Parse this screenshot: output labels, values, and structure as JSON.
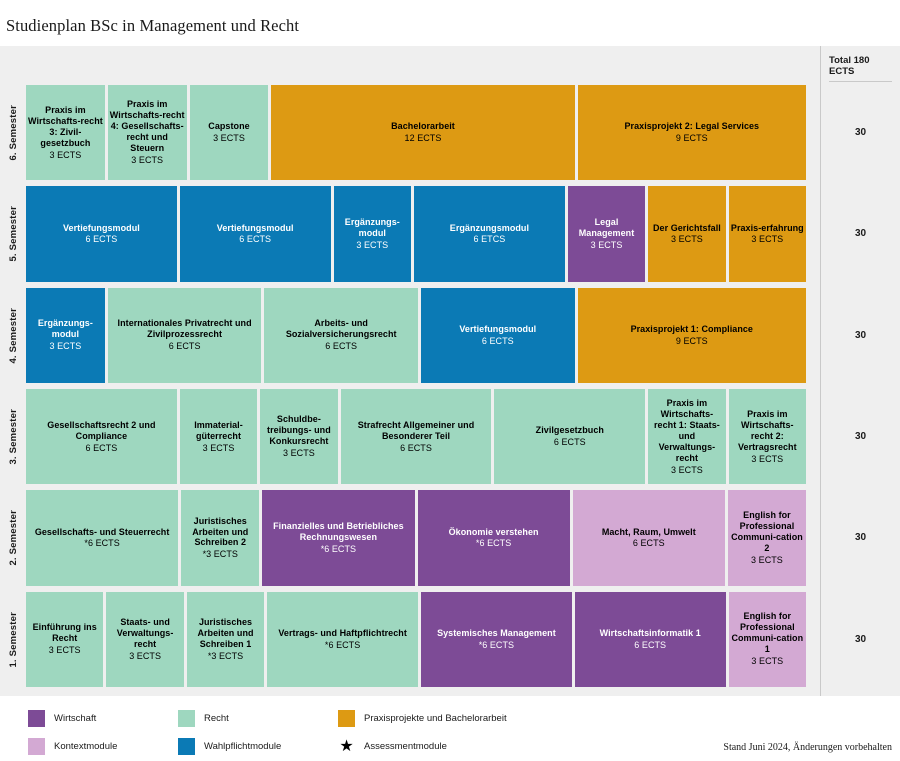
{
  "title": "Studienplan BSc in Management und Recht",
  "colors": {
    "wirtschaft": "#7d4b96",
    "recht": "#9ed7bf",
    "praxis": "#dd9a13",
    "kontext": "#d3a9d3",
    "wahlpflicht": "#0b7ab5",
    "page_bg": "#efefef"
  },
  "totals": {
    "header": "Total 180 ECTS",
    "values": [
      "30",
      "30",
      "30",
      "30",
      "30",
      "30"
    ]
  },
  "semesters": [
    {
      "label": "6. Semester",
      "total": "30",
      "modules": [
        {
          "name": "Praxis im Wirtschafts-recht 3: Zivil-gesetzbuch",
          "ects": "3 ECTS",
          "weight": 3,
          "category": "recht"
        },
        {
          "name": "Praxis im Wirtschafts-recht 4: Gesellschafts-recht und Steuern",
          "ects": "3 ECTS",
          "weight": 3,
          "category": "recht"
        },
        {
          "name": "Capstone",
          "ects": "3 ECTS",
          "weight": 3,
          "category": "recht"
        },
        {
          "name": "Bachelorarbeit",
          "ects": "12 ECTS",
          "weight": 12,
          "category": "praxis"
        },
        {
          "name": "Praxisprojekt 2: Legal Services",
          "ects": "9 ECTS",
          "weight": 9,
          "category": "praxis"
        }
      ]
    },
    {
      "label": "5. Semester",
      "total": "30",
      "modules": [
        {
          "name": "Vertiefungsmodul",
          "ects": "6 ECTS",
          "weight": 6,
          "category": "wahlpflicht"
        },
        {
          "name": "Vertiefungsmodul",
          "ects": "6 ECTS",
          "weight": 6,
          "category": "wahlpflicht"
        },
        {
          "name": "Ergänzungs-modul",
          "ects": "3 ECTS",
          "weight": 3,
          "category": "wahlpflicht"
        },
        {
          "name": "Ergänzungsmodul",
          "ects": "6 ETCS",
          "weight": 6,
          "category": "wahlpflicht"
        },
        {
          "name": "Legal Management",
          "ects": "3 ECTS",
          "weight": 3,
          "category": "wirtschaft"
        },
        {
          "name": "Der Gerichtsfall",
          "ects": "3 ECTS",
          "weight": 3,
          "category": "praxis"
        },
        {
          "name": "Praxis-erfahrung",
          "ects": "3 ECTS",
          "weight": 3,
          "category": "praxis"
        }
      ]
    },
    {
      "label": "4. Semester",
      "total": "30",
      "modules": [
        {
          "name": "Ergänzungs-modul",
          "ects": "3 ECTS",
          "weight": 3,
          "category": "wahlpflicht"
        },
        {
          "name": "Internationales Privatrecht und Zivilprozessrecht",
          "ects": "6 ECTS",
          "weight": 6,
          "category": "recht"
        },
        {
          "name": "Arbeits- und Sozialversicherungsrecht",
          "ects": "6 ECTS",
          "weight": 6,
          "category": "recht"
        },
        {
          "name": "Vertiefungsmodul",
          "ects": "6 ECTS",
          "weight": 6,
          "category": "wahlpflicht"
        },
        {
          "name": "Praxisprojekt 1: Compliance",
          "ects": "9 ECTS",
          "weight": 9,
          "category": "praxis"
        }
      ]
    },
    {
      "label": "3. Semester",
      "total": "30",
      "modules": [
        {
          "name": "Gesellschaftsrecht 2 und Compliance",
          "ects": "6 ECTS",
          "weight": 6,
          "category": "recht"
        },
        {
          "name": "Immaterial-güterrecht",
          "ects": "3 ECTS",
          "weight": 3,
          "category": "recht"
        },
        {
          "name": "Schuldbe-treibungs- und Konkursrecht",
          "ects": "3 ECTS",
          "weight": 3,
          "category": "recht"
        },
        {
          "name": "Strafrecht Allgemeiner und Besonderer Teil",
          "ects": "6 ECTS",
          "weight": 6,
          "category": "recht"
        },
        {
          "name": "Zivilgesetzbuch",
          "ects": "6 ECTS",
          "weight": 6,
          "category": "recht"
        },
        {
          "name": "Praxis im Wirtschafts-recht 1: Staats- und Verwaltungs-recht",
          "ects": "3 ECTS",
          "weight": 3,
          "category": "recht"
        },
        {
          "name": "Praxis im Wirtschafts-recht 2: Vertragsrecht",
          "ects": "3 ECTS",
          "weight": 3,
          "category": "recht"
        }
      ]
    },
    {
      "label": "2. Semester",
      "total": "30",
      "modules": [
        {
          "name": "Gesellschafts- und Steuerrecht",
          "ects": "*6 ECTS",
          "weight": 6,
          "category": "recht"
        },
        {
          "name": "Juristisches Arbeiten und Schreiben 2",
          "ects": "*3 ECTS",
          "weight": 3,
          "category": "recht"
        },
        {
          "name": "Finanzielles und Betriebliches Rechnungswesen",
          "ects": "*6 ECTS",
          "weight": 6,
          "category": "wirtschaft"
        },
        {
          "name": "Ökonomie verstehen",
          "ects": "*6 ECTS",
          "weight": 6,
          "category": "wirtschaft"
        },
        {
          "name": "Macht, Raum, Umwelt",
          "ects": "6 ECTS",
          "weight": 6,
          "category": "kontext"
        },
        {
          "name": "English for Professional Communi-cation 2",
          "ects": "3 ECTS",
          "weight": 3,
          "category": "kontext"
        }
      ]
    },
    {
      "label": "1. Semester",
      "total": "30",
      "modules": [
        {
          "name": "Einführung ins Recht",
          "ects": "3 ECTS",
          "weight": 3,
          "category": "recht"
        },
        {
          "name": "Staats- und Verwaltungs-recht",
          "ects": "3 ECTS",
          "weight": 3,
          "category": "recht"
        },
        {
          "name": "Juristisches Arbeiten und Schreiben 1",
          "ects": "*3 ECTS",
          "weight": 3,
          "category": "recht"
        },
        {
          "name": "Vertrags- und Haftpflichtrecht",
          "ects": "*6 ECTS",
          "weight": 6,
          "category": "recht"
        },
        {
          "name": "Systemisches Management",
          "ects": "*6 ECTS",
          "weight": 6,
          "category": "wirtschaft"
        },
        {
          "name": "Wirtschaftsinformatik 1",
          "ects": "6 ECTS",
          "weight": 6,
          "category": "wirtschaft"
        },
        {
          "name": "English for Professional Communi-cation 1",
          "ects": "3 ECTS",
          "weight": 3,
          "category": "kontext"
        }
      ]
    }
  ],
  "legend": {
    "items": [
      {
        "label": "Wirtschaft",
        "category": "wirtschaft",
        "icon": "color-swatch"
      },
      {
        "label": "Recht",
        "category": "recht",
        "icon": "color-swatch"
      },
      {
        "label": "Praxisprojekte und Bachelorarbeit",
        "category": "praxis",
        "icon": "color-swatch"
      },
      {
        "label": "Kontextmodule",
        "category": "kontext",
        "icon": "color-swatch"
      },
      {
        "label": "Wahlpflichtmodule",
        "category": "wahlpflicht",
        "icon": "color-swatch"
      },
      {
        "label": "Assessmentmodule",
        "category": "assessment",
        "icon": "star-icon"
      }
    ],
    "note": "Stand Juni 2024, Änderungen vorbehalten"
  }
}
